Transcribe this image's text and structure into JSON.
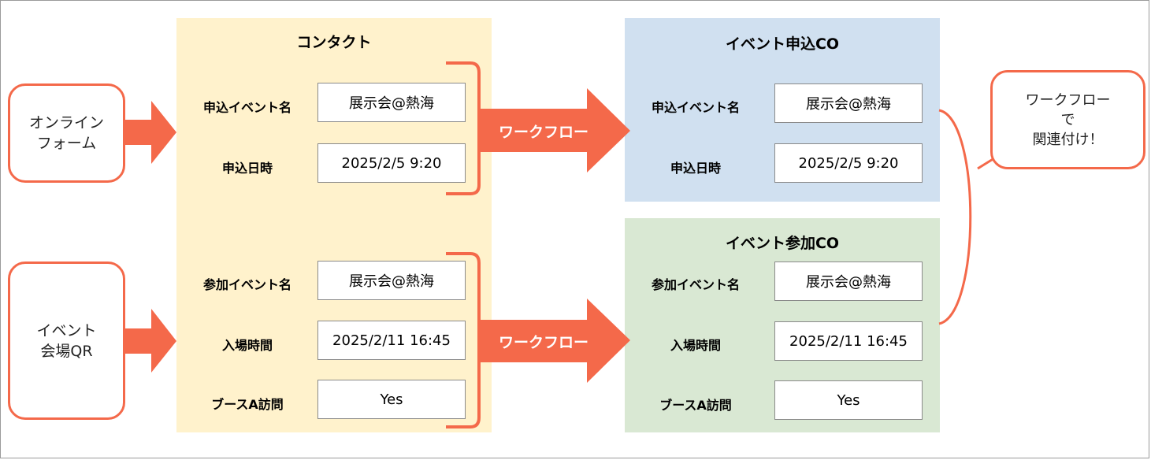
{
  "sources": {
    "online_form": "オンライン\nフォーム",
    "event_qr": "イベント\n会場QR"
  },
  "contact": {
    "title": "コンタクト",
    "fields": [
      {
        "label": "申込イベント名",
        "value": "展示会@熱海"
      },
      {
        "label": "申込日時",
        "value": "2025/2/5 9:20"
      },
      {
        "label": "参加イベント名",
        "value": "展示会@熱海"
      },
      {
        "label": "入場時間",
        "value": "2025/2/11 16:45"
      },
      {
        "label": "ブースA訪問",
        "value": "Yes"
      }
    ]
  },
  "workflow_label": "ワークフロー",
  "apply_co": {
    "title": "イベント申込CO",
    "fields": [
      {
        "label": "申込イベント名",
        "value": "展示会@熱海"
      },
      {
        "label": "申込日時",
        "value": "2025/2/5 9:20"
      }
    ]
  },
  "attend_co": {
    "title": "イベント参加CO",
    "fields": [
      {
        "label": "参加イベント名",
        "value": "展示会@熱海"
      },
      {
        "label": "入場時間",
        "value": "2025/2/11 16:45"
      },
      {
        "label": "ブースA訪問",
        "value": "Yes"
      }
    ]
  },
  "note": "ワークフロー\nで\n関連付け！",
  "colors": {
    "accent": "#f4694a",
    "contact_bg": "#fff2cc",
    "apply_bg": "#d0e0f0",
    "attend_bg": "#d9e8d3"
  }
}
